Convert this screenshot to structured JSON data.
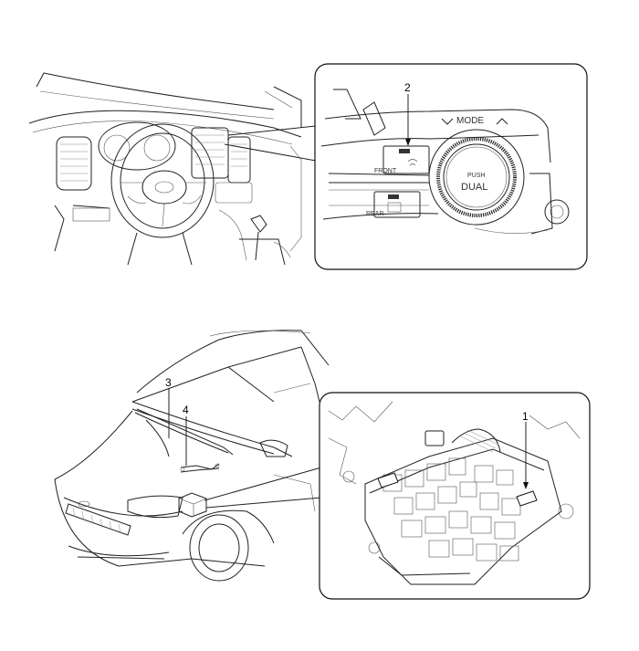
{
  "callouts": {
    "c1": "1",
    "c2": "2",
    "c3": "3",
    "c4": "4"
  },
  "panel_labels": {
    "mode": "MODE",
    "front": "FRONT",
    "rear": "REAR",
    "push": "PUSH",
    "dual": "DUAL"
  }
}
